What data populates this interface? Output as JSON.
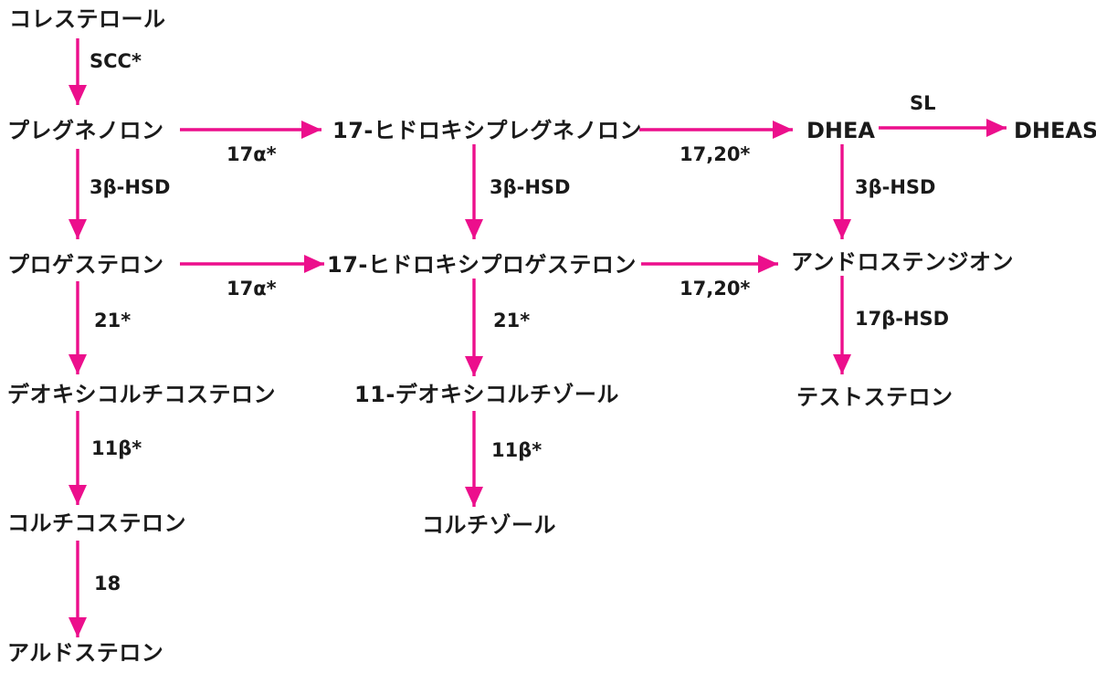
{
  "diagram": {
    "colors": {
      "accent": "#EC0F8C",
      "text": "#1a1a1a",
      "background": "#ffffff"
    },
    "nodes": {
      "cholesterol": "コレステロール",
      "pregnenolone": "プレグネノロン",
      "hydroxypregnenolone": "17-ヒドロキシプレグネノロン",
      "dhea": "DHEA",
      "dheas": "DHEAS",
      "progesterone": "プロゲステロン",
      "hydroxyprogesterone": "17-ヒドロキシプロゲステロン",
      "androstenedione": "アンドロステンジオン",
      "deoxycorticosterone": "デオキシコルチコステロン",
      "deoxycortisol": "11-デオキシコルチゾール",
      "testosterone": "テストステロン",
      "corticosterone": "コルチコステロン",
      "cortisol": "コルチゾール",
      "aldosterone": "アルドステロン"
    },
    "enzymes": {
      "scc": "SCC*",
      "a17_row2": "17α*",
      "c1720_row2": "17,20*",
      "sl": "SL",
      "hsd3b_left": "3β-HSD",
      "hsd3b_mid": "3β-HSD",
      "hsd3b_right": "3β-HSD",
      "a17_row3": "17α*",
      "c1720_row3": "17,20*",
      "c21_left": "21*",
      "c21_mid": "21*",
      "hsd17b": "17β-HSD",
      "b11_left": "11β*",
      "b11_mid": "11β*",
      "c18": "18"
    }
  }
}
